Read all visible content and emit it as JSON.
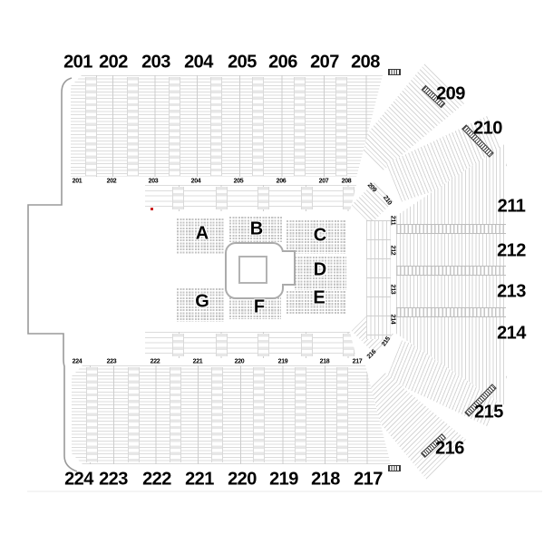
{
  "sections": {
    "upper": [
      "201",
      "202",
      "203",
      "204",
      "205",
      "206",
      "207",
      "208"
    ],
    "right": [
      "209",
      "210",
      "211",
      "212",
      "213",
      "214",
      "215",
      "216"
    ],
    "lower": [
      "224",
      "223",
      "222",
      "221",
      "220",
      "219",
      "218",
      "217"
    ],
    "floor": [
      "A",
      "B",
      "C",
      "D",
      "E",
      "F",
      "G"
    ]
  },
  "colors": {
    "row_line": "#dcdcdc",
    "seat_grid": "#c4c4c4",
    "arena_outline": "#999999",
    "stage_outline": "#ababab",
    "label_text": "#000000",
    "entrance_hatch": "#3a3a3a",
    "highlight_dot": "#cc2222"
  },
  "icons": {
    "entrance_marker": "hatched-bar",
    "seat_highlight": "red-dot"
  }
}
